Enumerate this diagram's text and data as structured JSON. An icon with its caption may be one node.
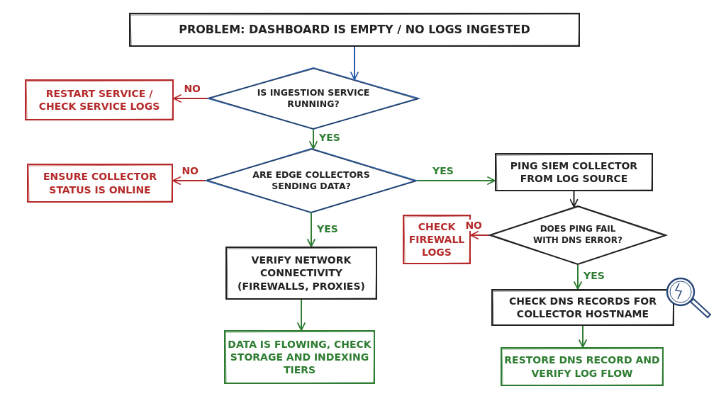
{
  "diagram": {
    "nodes": [
      {
        "text": [
          "PROBLEM: DASHBOARD IS EMPTY / NO LOGS INGESTED"
        ]
      },
      {
        "text": [
          "IS INGESTION SERVICE RUNNING?"
        ]
      },
      {
        "text": [
          "RESTART SERVICE / CHECK SERVICE LOGS"
        ]
      },
      {
        "text": [
          "ARE EDGE COLLECTORS SENDING DATA?"
        ]
      },
      {
        "text": [
          "ENSURE COLLECTOR STATUS IS ONLINE"
        ]
      },
      {
        "text": [
          "PING SIEM COLLECTOR FROM LOG SOURCE"
        ]
      },
      {
        "text": [
          "DOES PING FAIL WITH DNS ERROR?"
        ]
      },
      {
        "text": [
          "CHECK FIREWALL LOGS"
        ]
      },
      {
        "text": [
          "VERIFY NETWORK CONNECTIVITY (FIREWALLS, PROXIES)"
        ]
      },
      {
        "text": [
          "DATA IS FLOWING, CHECK STORAGE AND INDEXING TIERS"
        ]
      },
      {
        "text": [
          "CHECK DNS RECORDS FOR COLLECTOR HOSTNAME"
        ]
      },
      {
        "text": [
          "RESTORE DNS RECORD AND VERIFY LOG FLOW"
        ]
      }
    ],
    "edges": [
      {
        "from": 0,
        "to": 1,
        "arrow": "to",
        "color": "#2a5ea8"
      },
      {
        "from": 1,
        "to": 2,
        "arrow": "to",
        "label": "NO",
        "color": "#b52a2a"
      },
      {
        "from": 1,
        "to": 3,
        "arrow": "to",
        "label": "YES"
      },
      {
        "from": 3,
        "to": 4,
        "arrow": "to",
        "label": "NO",
        "color": "#b52a2a"
      },
      {
        "from": 3,
        "to": 5,
        "arrow": "to",
        "label": "YES"
      },
      {
        "from": 3,
        "to": 8,
        "arrow": "to",
        "label": "YES"
      },
      {
        "from": 5,
        "to": 6,
        "arrow": "to",
        "color": "#222222"
      },
      {
        "from": 6,
        "to": 7,
        "arrow": "to",
        "label": "NO",
        "color": "#b52a2a"
      },
      {
        "from": 6,
        "to": 10,
        "arrow": "to",
        "label": "YES"
      },
      {
        "from": 8,
        "to": 9,
        "arrow": "to"
      },
      {
        "from": 10,
        "to": 11,
        "arrow": "to"
      }
    ]
  }
}
